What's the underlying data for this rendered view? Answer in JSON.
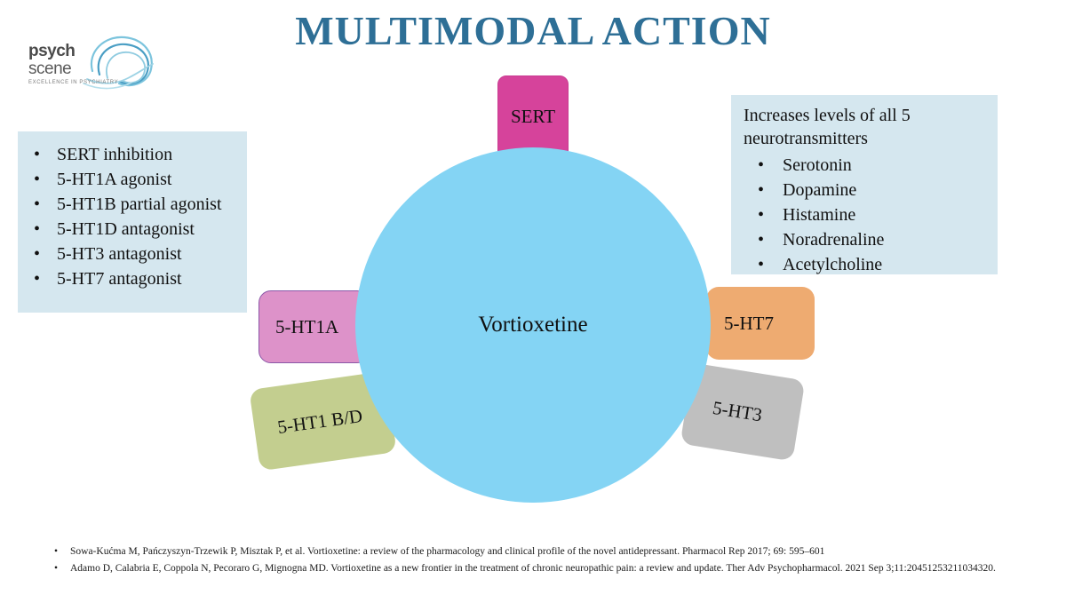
{
  "title": "MULTIMODAL ACTION",
  "logo": {
    "line1": "psych",
    "line2": "scene",
    "tagline": "EXCELLENCE IN PSYCHIATRY",
    "swirl_color": "#5bb0d4"
  },
  "left_panel": {
    "bullet": "•",
    "items": [
      "SERT inhibition",
      "5-HT1A agonist",
      "5-HT1B partial agonist",
      "5-HT1D antagonist",
      "5-HT3 antagonist",
      "5-HT7 antagonist"
    ]
  },
  "right_panel": {
    "heading": "Increases levels of all 5 neurotransmitters",
    "bullet": "•",
    "items": [
      "Serotonin",
      "Dopamine",
      "Histamine",
      "Noradrenaline",
      "Acetylcholine"
    ]
  },
  "diagram": {
    "center_label": "Vortioxetine",
    "center_color": "#84d4f4",
    "nodes": [
      {
        "label": "SERT",
        "color": "#d6439b"
      },
      {
        "label": "5-HT1A",
        "color": "#dd92c9"
      },
      {
        "label": "5-HT7",
        "color": "#eeab71"
      },
      {
        "label": "5-HT1 B/D",
        "color": "#c3ce8f"
      },
      {
        "label": "5-HT3",
        "color": "#bfbfbf"
      }
    ]
  },
  "references": {
    "bullet": "•",
    "items": [
      "Sowa-Kućma M, Pańczyszyn-Trzewik P, Misztak P, et al. Vortioxetine: a review of the pharmacology and clinical profile of the novel antidepressant. Pharmacol Rep 2017; 69: 595–601",
      "Adamo D, Calabria E, Coppola N, Pecoraro G, Mignogna MD. Vortioxetine as a new frontier in the treatment of chronic neuropathic pain: a review and update. Ther Adv Psychopharmacol. 2021 Sep 3;11:20451253211034320."
    ]
  },
  "theme": {
    "title_color": "#2e6f96",
    "panel_bg": "#d5e7ef"
  }
}
